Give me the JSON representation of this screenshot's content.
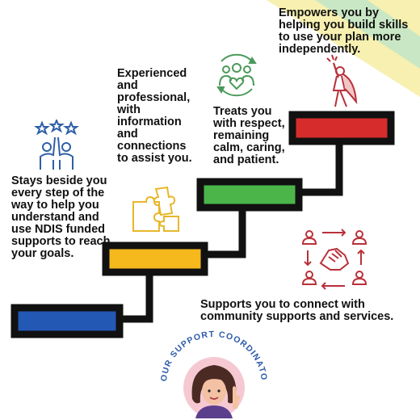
{
  "steps": [
    {
      "color": "#2358b5",
      "label": "Stays beside you every step of the way to help you understand and use NDIS funded supports to reach your goals.",
      "icon": "high-five-stars-icon"
    },
    {
      "color": "#f5b91e",
      "label": "Experienced and professional, with information and connections to assist you.",
      "icon": "puzzle-pieces-icon"
    },
    {
      "color": "#4bb54a",
      "label": "Treats you with respect, remaining calm, caring, and patient.",
      "icon": "caring-people-heart-icon"
    },
    {
      "color": "#d62c2c",
      "label": "Empowers you by helping you build skills to use your plan more independently.",
      "icon": "superhero-icon"
    }
  ],
  "community": {
    "label": "Supports you to connect with community supports and services.",
    "icon": "community-handshake-icon"
  },
  "badge": {
    "text": "YOUR SUPPORT COORDINATOR",
    "icon": "coordinator-avatar-icon"
  },
  "colors": {
    "stair_outline": "#111111",
    "corner_green": "#c9e7c4",
    "corner_yellow": "#f7f0b0",
    "icon_blue": "#2f5fa8",
    "icon_yellow": "#e8b72a",
    "icon_green": "#4a9a5a",
    "icon_red": "#b8313a",
    "badge_text": "#2b5aa8"
  }
}
